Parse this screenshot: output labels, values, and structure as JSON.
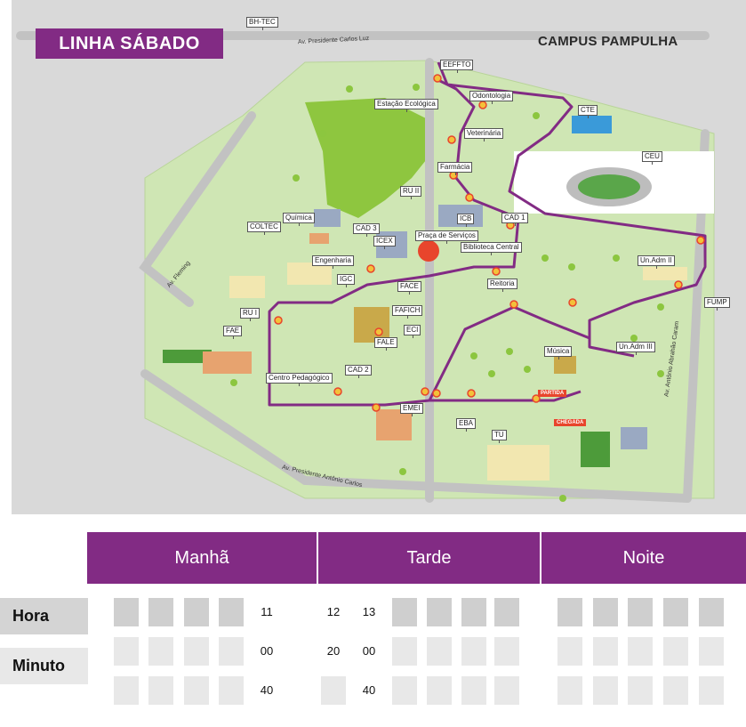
{
  "title": "LINHA SÁBADO",
  "campus": "CAMPUS PAMPULHA",
  "colors": {
    "route": "#822b84",
    "header": "#822b84",
    "grass": "#cfe6b4",
    "park": "#9bc53d"
  },
  "map": {
    "places": [
      "BH-TEC",
      "EEFFTO",
      "Odontologia",
      "Estação Ecológica",
      "Veterinária",
      "CTE",
      "CEU",
      "Farmácia",
      "RU II",
      "ICB",
      "CAD 1",
      "Química",
      "CAD 3",
      "COLTEC",
      "ICEX",
      "Praça de Serviços",
      "Biblioteca Central",
      "Engenharia",
      "IGC",
      "Reitoria",
      "Un.Adm II",
      "FUMP",
      "FACE",
      "FAFICH",
      "RU I",
      "FAE",
      "ECI",
      "FALE",
      "Un.Adm III",
      "Música",
      "Centro Pedagógico",
      "CAD 2",
      "EMEI",
      "EBA",
      "TU"
    ],
    "streets": [
      "Av. Presidente Carlos Luz",
      "Av. Presidente Antônio Carlos",
      "Av. Antônio Abrahão Caram",
      "Av. Fleming"
    ],
    "tags": [
      "PARTIDA",
      "CHEGADA"
    ]
  },
  "periods": [
    "Manhã",
    "Tarde",
    "Noite"
  ],
  "rows": [
    "Hora",
    "Minuto"
  ],
  "schedule": {
    "manha": {
      "hora": [
        "",
        "",
        "",
        "",
        "11"
      ],
      "min1": [
        "",
        "",
        "",
        "",
        "00"
      ],
      "min2": [
        "",
        "",
        "",
        "",
        "40"
      ]
    },
    "tarde": {
      "hora": [
        "12",
        "13",
        "",
        "",
        "",
        ""
      ],
      "min1": [
        "20",
        "00",
        "",
        "",
        "",
        ""
      ],
      "min2": [
        "",
        "40",
        "",
        "",
        "",
        ""
      ]
    },
    "noite": {
      "hora": [
        "",
        "",
        "",
        "",
        ""
      ],
      "min1": [
        "",
        "",
        "",
        "",
        ""
      ],
      "min2": [
        "",
        "",
        "",
        "",
        ""
      ]
    }
  }
}
